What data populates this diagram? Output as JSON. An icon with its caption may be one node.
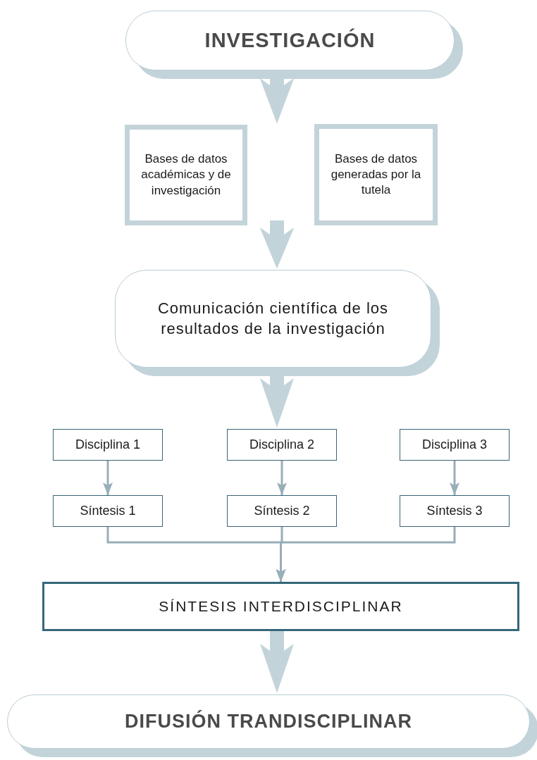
{
  "diagram": {
    "nodes": [
      {
        "text": [
          "INVESTIGACIÓN"
        ]
      },
      {
        "text": [
          "Bases de datos académicas y de investigación"
        ]
      },
      {
        "text": [
          "Bases de datos generadas por la tutela"
        ]
      },
      {
        "text": [
          "Comunicación científica de los resultados de la investigación"
        ]
      },
      {
        "text": [
          "Disciplina 1"
        ]
      },
      {
        "text": [
          "Disciplina 2"
        ]
      },
      {
        "text": [
          "Disciplina 3"
        ]
      },
      {
        "text": [
          "Síntesis 1"
        ]
      },
      {
        "text": [
          "Síntesis 2"
        ]
      },
      {
        "text": [
          "Síntesis 3"
        ]
      },
      {
        "text": [
          "SÍNTESIS INTERDISCIPLINAR"
        ]
      },
      {
        "text": [
          "DIFUSIÓN TRANDISCIPLINAR"
        ]
      }
    ],
    "edges": [
      {
        "from": 0,
        "to": 1,
        "arrow": "to",
        "style": "thick",
        "color": "#c3d3da"
      },
      {
        "from": 0,
        "to": 2,
        "arrow": "to",
        "style": "thick",
        "color": "#c3d3da"
      },
      {
        "from": 1,
        "to": 3,
        "arrow": "to",
        "style": "thick",
        "color": "#c3d3da"
      },
      {
        "from": 2,
        "to": 3,
        "arrow": "to",
        "style": "thick",
        "color": "#c3d3da"
      },
      {
        "from": 3,
        "to": 5,
        "arrow": "to",
        "style": "thick",
        "color": "#c3d3da"
      },
      {
        "from": 4,
        "to": 7,
        "arrow": "to"
      },
      {
        "from": 5,
        "to": 8,
        "arrow": "to"
      },
      {
        "from": 6,
        "to": 9,
        "arrow": "to"
      },
      {
        "from": 7,
        "to": 10,
        "arrow": "to"
      },
      {
        "from": 8,
        "to": 10,
        "arrow": "to"
      },
      {
        "from": 9,
        "to": 10,
        "arrow": "to"
      },
      {
        "from": 10,
        "to": 11,
        "arrow": "to",
        "style": "thick",
        "color": "#c3d3da"
      }
    ]
  }
}
